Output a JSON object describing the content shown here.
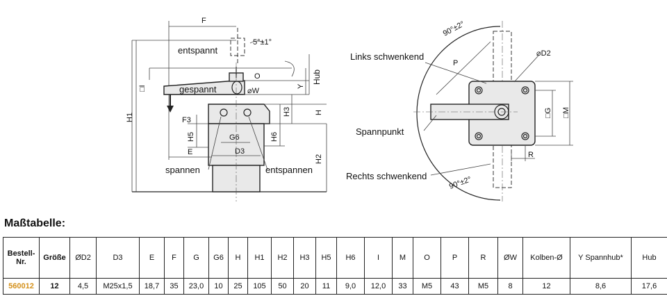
{
  "drawing": {
    "left": {
      "labels": {
        "F": "F",
        "entspannt": "entspannt",
        "angle": "5°±1°",
        "O": "O",
        "gespannt": "gespannt",
        "W": "⌀W",
        "I": "□I",
        "Y": "Y",
        "Hub": "Hub",
        "H1": "H1",
        "H": "H",
        "H3": "H3",
        "F3": "F3",
        "H5": "H5",
        "H6": "H6",
        "G6": "G6",
        "H2": "H2",
        "E": "E",
        "D3": "D3",
        "spannen": "spannen",
        "entspannen": "entspannen"
      }
    },
    "right": {
      "labels": {
        "angle_top": "90°±2°",
        "links": "Links schwenkend",
        "P": "P",
        "D2": "⌀D2",
        "G": "□G",
        "M": "□M",
        "spannpunkt": "Spannpunkt",
        "R": "R",
        "rechts": "Rechts schwenkend",
        "angle_bottom": "90°±2°"
      }
    }
  },
  "table": {
    "title": "Maßtabelle:",
    "headers": [
      "Bestell-\nNr.",
      "Größe",
      "ØD2",
      "D3",
      "E",
      "F",
      "G",
      "G6",
      "H",
      "H1",
      "H2",
      "H3",
      "H5",
      "H6",
      "I",
      "M",
      "O",
      "P",
      "R",
      "ØW",
      "Kolben-Ø",
      "Y Spannhub*",
      "Hub"
    ],
    "rows": [
      [
        "560012",
        "12",
        "4,5",
        "M25x1,5",
        "18,7",
        "35",
        "23,0",
        "10",
        "25",
        "105",
        "50",
        "20",
        "11",
        "9,0",
        "12,0",
        "33",
        "M5",
        "43",
        "M5",
        "8",
        "12",
        "8,6",
        "17,6"
      ]
    ]
  }
}
